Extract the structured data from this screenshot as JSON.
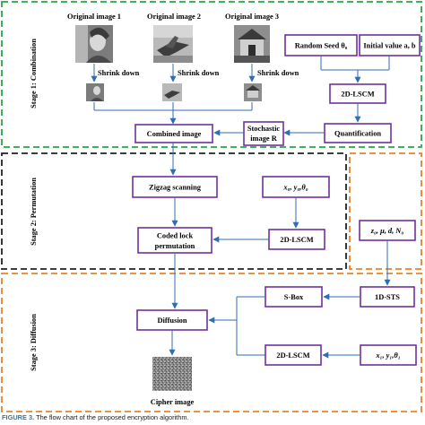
{
  "stages": {
    "s1": {
      "label": "Stage 1: Combination",
      "color": "#26a844"
    },
    "s2": {
      "label": "Stage 2: Permutation",
      "color": "#222222"
    },
    "s3": {
      "label": "Stage 3: Diffusion",
      "color": "#e8822c"
    }
  },
  "images": {
    "img1": {
      "label": "Original image 1",
      "shrink": "Shrink down"
    },
    "img2": {
      "label": "Original image 2",
      "shrink": "Shrink down"
    },
    "img3": {
      "label": "Original image 3",
      "shrink": "Shrink down"
    },
    "cipher": {
      "label": "Cipher image"
    }
  },
  "nodes": {
    "random_seed": "Random Seed θ₀",
    "initial_value": "Initial value a, b",
    "lscm_2d_1": "2D-LSCM",
    "quantification": "Quantification",
    "stochastic_line1": "Stochastic",
    "stochastic_line2": "image  R",
    "combined": "Combined image",
    "zigzag": "Zigzag scanning",
    "params_1": "x₀, y₀,θ₀",
    "lscm_2d_2": "2D-LSCM",
    "coded_line1": "Coded lock",
    "coded_line2": "permutation",
    "params_2": "z₀, μ, d, N₀",
    "sts_1d": "1D-STS",
    "sbox": "S-Box",
    "diffusion": "Diffusion",
    "lscm_2d_3": "2D-LSCM",
    "params_3": "x₁, y₁,θ₁"
  },
  "caption": {
    "prefix": "FIGURE 3.",
    "text": "The flow chart of the proposed encryption algorithm."
  },
  "colors": {
    "box_border": "#7030a0",
    "arrow": "#2f6db6"
  }
}
